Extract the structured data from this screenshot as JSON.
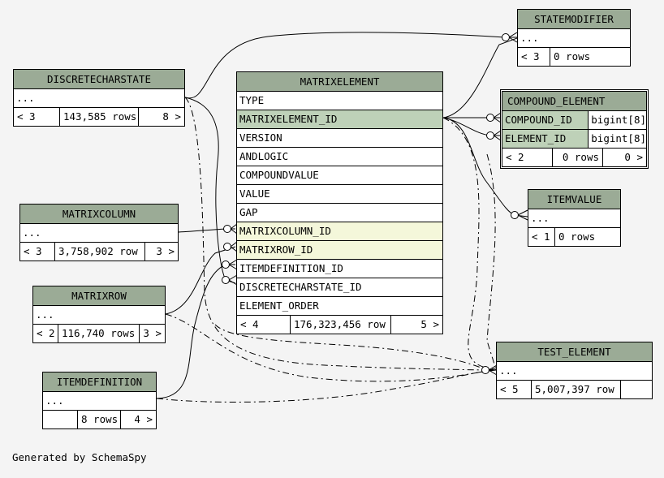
{
  "tables": {
    "statemodifier": {
      "name": "STATEMODIFIER",
      "ellipsis": "...",
      "nav": "< 3",
      "rows": "0 rows"
    },
    "discretecharstate": {
      "name": "DISCRETECHARSTATE",
      "ellipsis": "...",
      "nav": "< 3",
      "rows": "143,585 rows",
      "children": "8 >"
    },
    "matrixelement": {
      "name": "MATRIXELEMENT",
      "columns": [
        "TYPE",
        "MATRIXELEMENT_ID",
        "VERSION",
        "ANDLOGIC",
        "COMPOUNDVALUE",
        "VALUE",
        "GAP",
        "MATRIXCOLUMN_ID",
        "MATRIXROW_ID",
        "ITEMDEFINITION_ID",
        "DISCRETECHARSTATE_ID",
        "ELEMENT_ORDER"
      ],
      "nav": "< 4",
      "rows": "176,323,456 row",
      "children": "5 >"
    },
    "compound_element": {
      "name": "COMPOUND_ELEMENT",
      "columns": [
        {
          "name": "COMPOUND_ID",
          "type": "bigint[8]"
        },
        {
          "name": "ELEMENT_ID",
          "type": "bigint[8]"
        }
      ],
      "nav": "< 2",
      "rows": "0 rows",
      "children": "0 >"
    },
    "itemvalue": {
      "name": "ITEMVALUE",
      "ellipsis": "...",
      "nav": "< 1",
      "rows": "0 rows"
    },
    "matrixcolumn": {
      "name": "MATRIXCOLUMN",
      "ellipsis": "...",
      "nav": "< 3",
      "rows": "3,758,902 row",
      "children": "3 >"
    },
    "matrixrow": {
      "name": "MATRIXROW",
      "ellipsis": "...",
      "nav": "< 2",
      "rows": "116,740 rows",
      "children": "3 >"
    },
    "itemdefinition": {
      "name": "ITEMDEFINITION",
      "ellipsis": "...",
      "nav": "",
      "rows": "8 rows",
      "children": "4 >"
    },
    "test_element": {
      "name": "TEST_ELEMENT",
      "ellipsis": "...",
      "nav": "< 5",
      "rows": "5,007,397 row"
    }
  },
  "footer_text": "Generated by SchemaSpy"
}
